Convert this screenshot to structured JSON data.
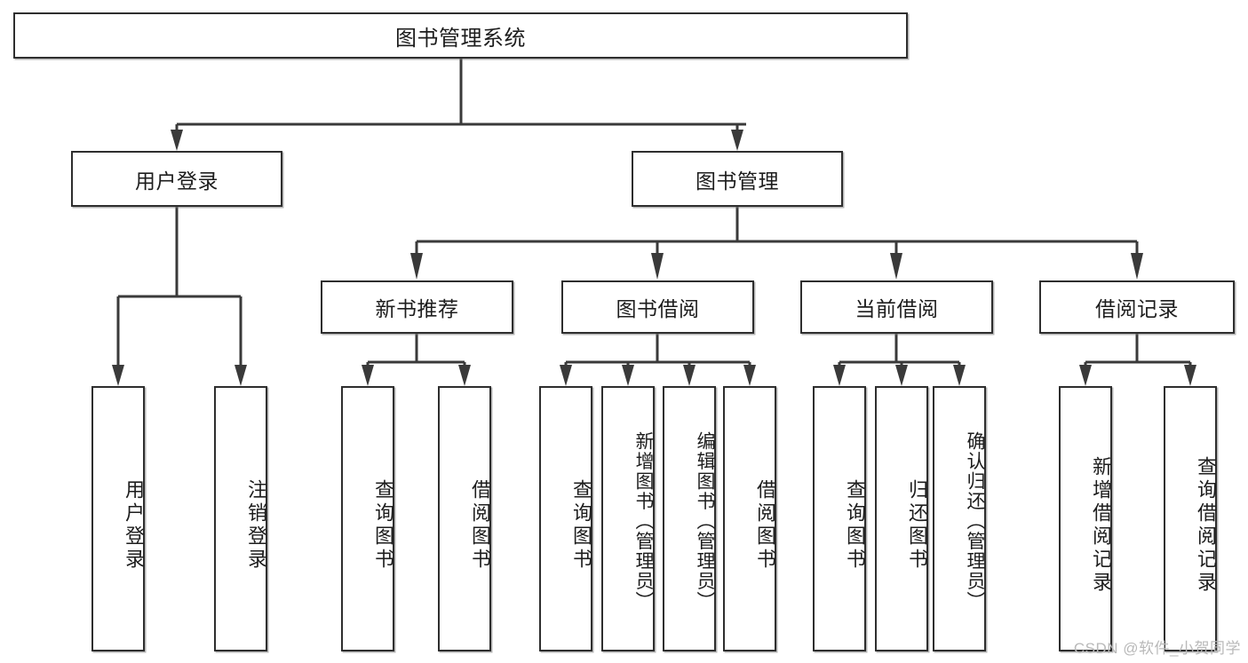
{
  "diagram": {
    "type": "tree",
    "title": "图书管理系统",
    "orientation": "top-down",
    "edge_style": "orthogonal-arrow",
    "colors": {
      "box_border": "#2e2e2e",
      "box_fill": "#ffffff",
      "connector": "#3a3a3a",
      "text": "#1d1d1d",
      "watermark": "#b9b9b9",
      "canvas": "#ffffff"
    },
    "nodes": {
      "root": {
        "label": "图书管理系统",
        "level": 0,
        "text_direction": "horizontal"
      },
      "n_user_login": {
        "label": "用户登录",
        "level": 1,
        "text_direction": "horizontal"
      },
      "n_book_manage": {
        "label": "图书管理",
        "level": 1,
        "text_direction": "horizontal"
      },
      "n_new_book_rec": {
        "label": "新书推荐",
        "level": 2,
        "text_direction": "horizontal"
      },
      "n_book_borrow": {
        "label": "图书借阅",
        "level": 2,
        "text_direction": "horizontal"
      },
      "n_current_borrow": {
        "label": "当前借阅",
        "level": 2,
        "text_direction": "horizontal"
      },
      "n_borrow_record": {
        "label": "借阅记录",
        "level": 2,
        "text_direction": "horizontal"
      },
      "l_user_login": {
        "label": "用户登录",
        "level": 3,
        "text_direction": "vertical"
      },
      "l_logout": {
        "label": "注销登录",
        "level": 3,
        "text_direction": "vertical"
      },
      "l_query_book_1": {
        "label": "查询图书",
        "level": 3,
        "text_direction": "vertical"
      },
      "l_borrow_book_1": {
        "label": "借阅图书",
        "level": 3,
        "text_direction": "vertical"
      },
      "l_query_book_2": {
        "label": "查询图书",
        "level": 3,
        "text_direction": "vertical"
      },
      "l_add_book": {
        "label": "新增图书（管理员）",
        "level": 3,
        "text_direction": "vertical"
      },
      "l_edit_book": {
        "label": "编辑图书（管理员）",
        "level": 3,
        "text_direction": "vertical"
      },
      "l_borrow_book_2": {
        "label": "借阅图书",
        "level": 3,
        "text_direction": "vertical"
      },
      "l_query_book_3": {
        "label": "查询图书",
        "level": 3,
        "text_direction": "vertical"
      },
      "l_return_book": {
        "label": "归还图书",
        "level": 3,
        "text_direction": "vertical"
      },
      "l_confirm_return": {
        "label": "确认归还（管理员）",
        "level": 3,
        "text_direction": "vertical"
      },
      "l_add_record": {
        "label": "新增借阅记录",
        "level": 3,
        "text_direction": "vertical"
      },
      "l_query_record": {
        "label": "查询借阅记录",
        "level": 3,
        "text_direction": "vertical"
      }
    },
    "edges": [
      {
        "from": "root",
        "to": "n_user_login"
      },
      {
        "from": "root",
        "to": "n_book_manage"
      },
      {
        "from": "n_user_login",
        "to": "l_user_login"
      },
      {
        "from": "n_user_login",
        "to": "l_logout"
      },
      {
        "from": "n_book_manage",
        "to": "n_new_book_rec"
      },
      {
        "from": "n_book_manage",
        "to": "n_book_borrow"
      },
      {
        "from": "n_book_manage",
        "to": "n_current_borrow"
      },
      {
        "from": "n_book_manage",
        "to": "n_borrow_record"
      },
      {
        "from": "n_new_book_rec",
        "to": "l_query_book_1"
      },
      {
        "from": "n_new_book_rec",
        "to": "l_borrow_book_1"
      },
      {
        "from": "n_book_borrow",
        "to": "l_query_book_2"
      },
      {
        "from": "n_book_borrow",
        "to": "l_add_book"
      },
      {
        "from": "n_book_borrow",
        "to": "l_edit_book"
      },
      {
        "from": "n_book_borrow",
        "to": "l_borrow_book_2"
      },
      {
        "from": "n_current_borrow",
        "to": "l_query_book_3"
      },
      {
        "from": "n_current_borrow",
        "to": "l_return_book"
      },
      {
        "from": "n_current_borrow",
        "to": "l_confirm_return"
      },
      {
        "from": "n_borrow_record",
        "to": "l_add_record"
      },
      {
        "from": "n_borrow_record",
        "to": "l_query_record"
      }
    ]
  },
  "watermark": {
    "text": "CSDN @软件_小贺同学"
  }
}
